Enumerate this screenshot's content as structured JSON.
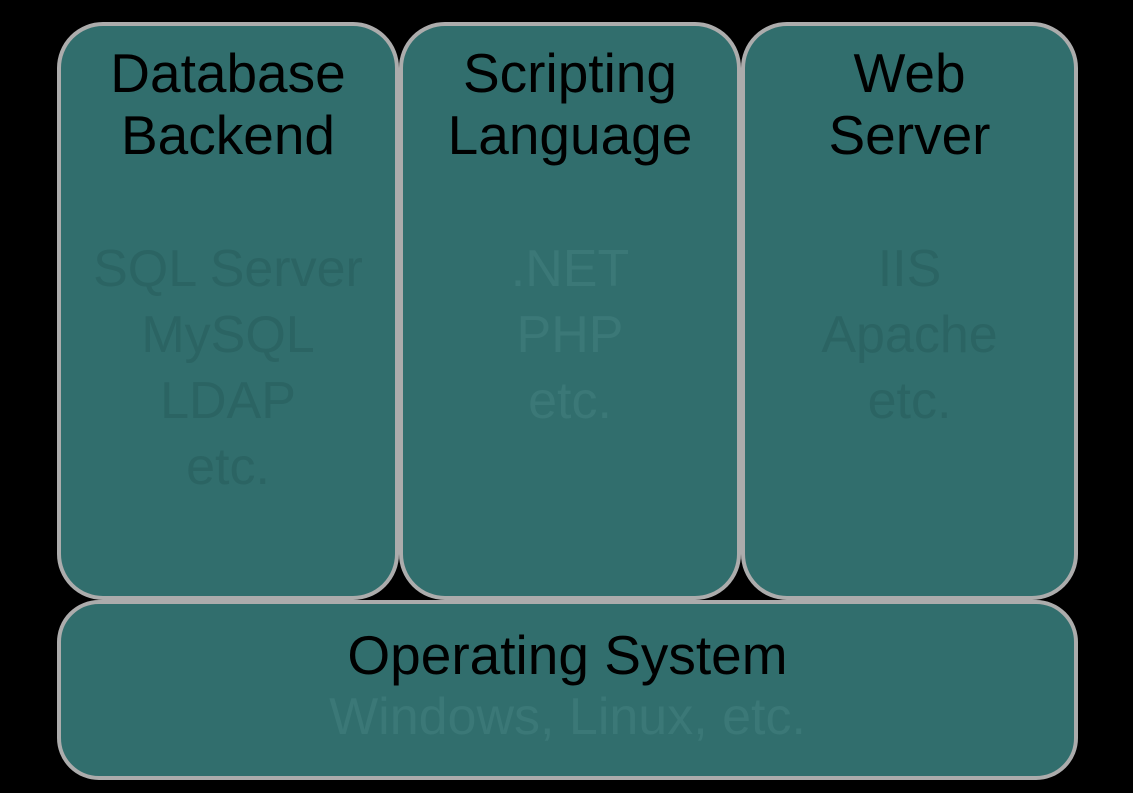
{
  "colors": {
    "background": "#000000",
    "box_fill": "#316E6D",
    "box_border": "#ACACAC",
    "title_text": "#000000",
    "ghost_dark": "#2B6463",
    "ghost_light": "#3B7877"
  },
  "columns": [
    {
      "title": "Database Backend",
      "title_lines": [
        "Database",
        "Backend"
      ],
      "items": [
        "SQL Server",
        "MySQL",
        "LDAP",
        "etc."
      ],
      "ghost_tone": "dark"
    },
    {
      "title": "Scripting Language",
      "title_lines": [
        "Scripting",
        "Language"
      ],
      "items": [
        ".NET",
        "PHP",
        "etc."
      ],
      "ghost_tone": "light"
    },
    {
      "title": "Web Server",
      "title_lines": [
        "Web",
        "Server"
      ],
      "items": [
        "IIS",
        "Apache",
        "etc."
      ],
      "ghost_tone": "dark"
    }
  ],
  "base": {
    "title": "Operating System",
    "subtitle": "Windows, Linux, etc.",
    "ghost_tone": "light"
  }
}
